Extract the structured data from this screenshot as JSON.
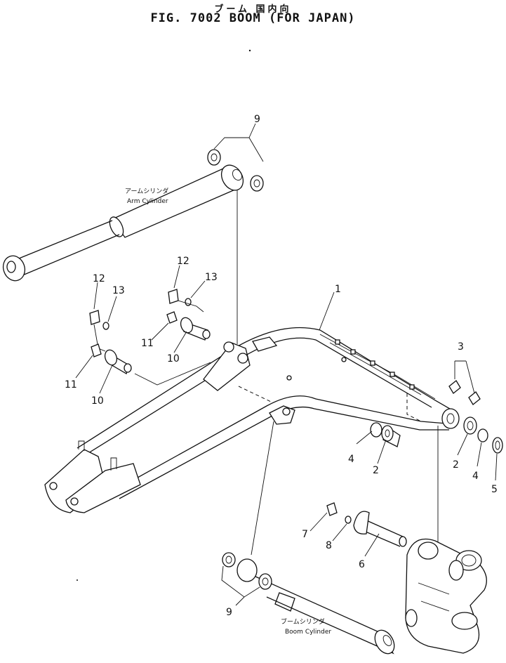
{
  "header": {
    "title_jp": "ブーム 国内向",
    "title": "FIG. 7002 BOOM (FOR JAPAN)"
  },
  "labels": {
    "arm_cylinder_jp": "アームシリンダ",
    "arm_cylinder": "Arm Cylinder",
    "boom_cylinder_jp": "ブームシリンダ",
    "boom_cylinder": "Boom Cylinder"
  },
  "callouts": {
    "c1": "1",
    "c2a": "2",
    "c2b": "2",
    "c3": "3",
    "c4a": "4",
    "c4b": "4",
    "c5": "5",
    "c6": "6",
    "c7": "7",
    "c8": "8",
    "c9a": "9",
    "c9b": "9",
    "c10a": "10",
    "c10b": "10",
    "c11a": "11",
    "c11b": "11",
    "c12a": "12",
    "c12b": "12",
    "c13a": "13",
    "c13b": "13"
  }
}
